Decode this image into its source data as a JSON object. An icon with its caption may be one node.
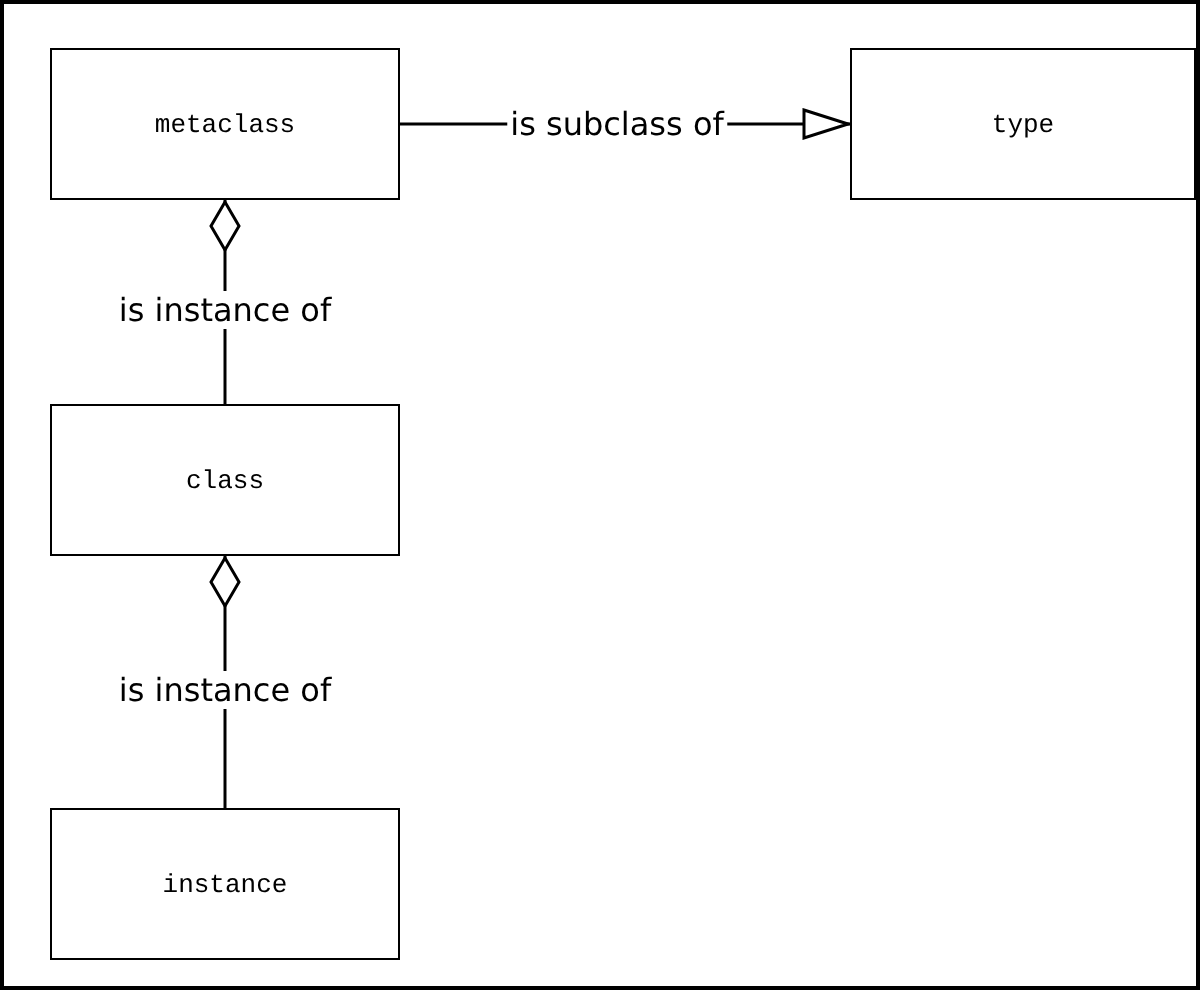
{
  "diagram": {
    "nodes": [
      {
        "text": [
          "metaclass"
        ]
      },
      {
        "text": [
          "type"
        ]
      },
      {
        "text": [
          "class"
        ]
      },
      {
        "text": [
          "instance"
        ]
      }
    ],
    "edges": [
      {
        "from": 0,
        "to": 1,
        "arrow": "to",
        "label": "is subclass of"
      },
      {
        "from": 2,
        "to": 0,
        "arrow": "other",
        "label": "is instance of"
      },
      {
        "from": 3,
        "to": 2,
        "arrow": "other",
        "label": "is instance of"
      }
    ]
  }
}
